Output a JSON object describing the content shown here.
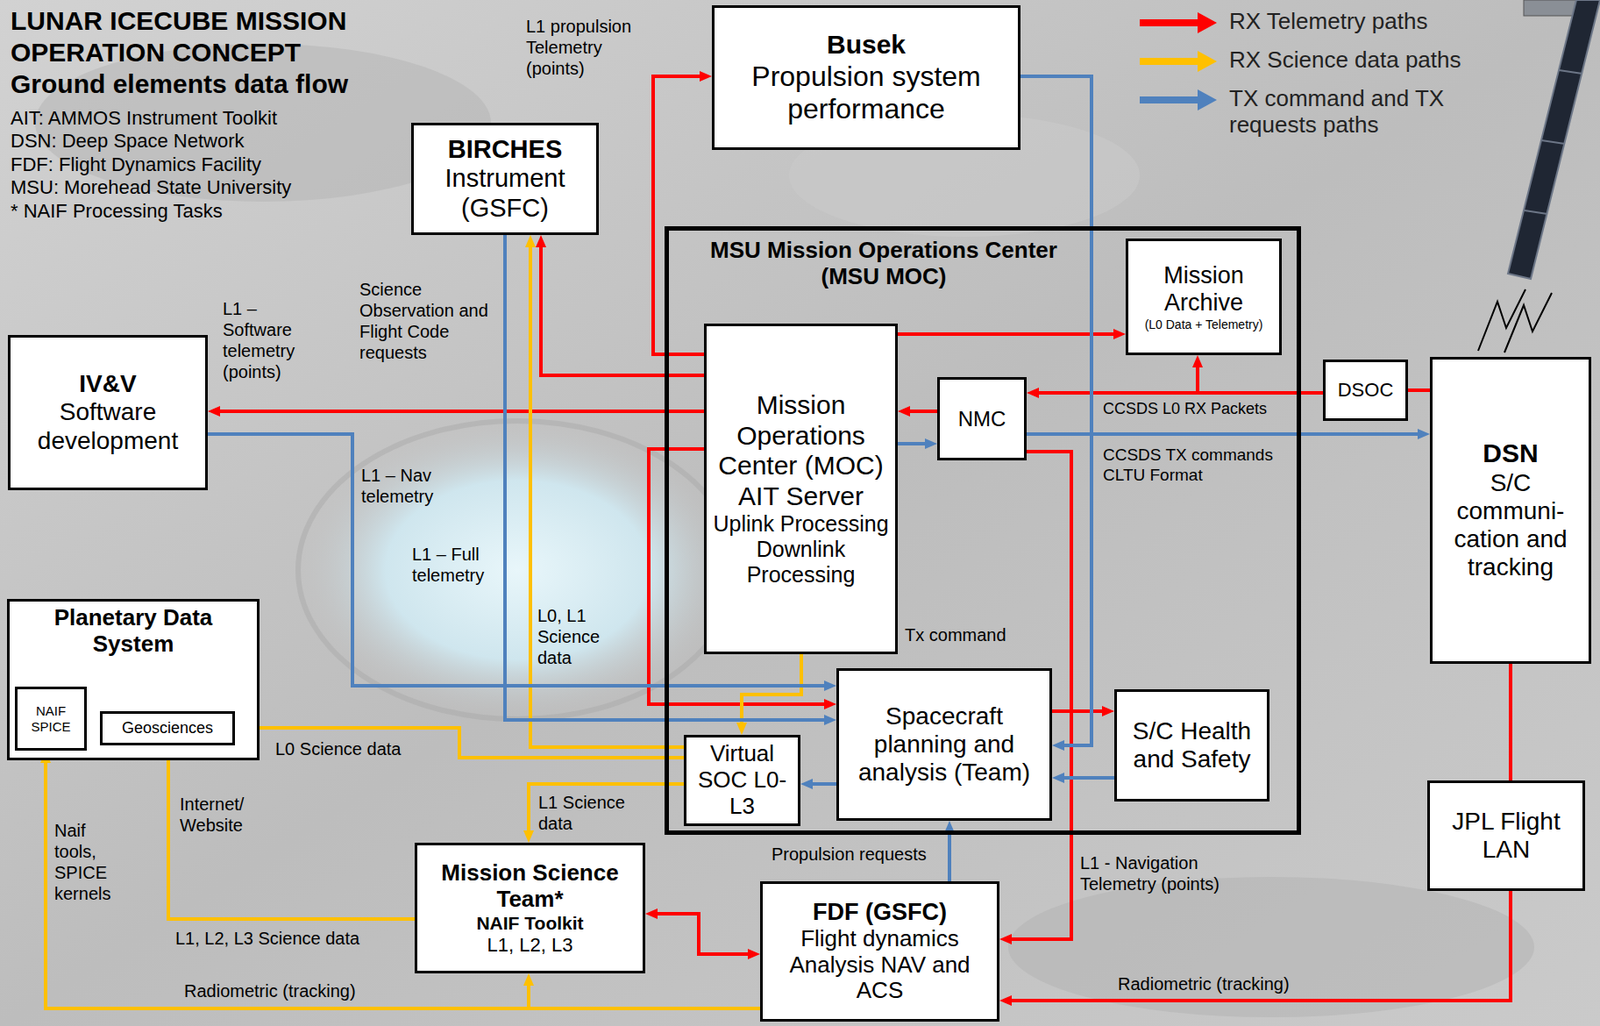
{
  "diagram": {
    "title": "LUNAR ICECUBE MISSION OPERATION CONCEPT",
    "nodes": [
      {
        "text": [
          "Busek",
          "Propulsion system performance"
        ]
      },
      {
        "text": [
          "BIRCHES",
          "Instrument (GSFC)"
        ]
      },
      {
        "text": [
          "MSU Mission Operations Center (MSU MOC)"
        ]
      },
      {
        "text": [
          "Mission Archive",
          "(L0 Data + Telemetry)"
        ],
        "in": 2
      },
      {
        "text": [
          "Mission Operations Center (MOC)",
          "AIT Server",
          "Uplink Processing Downlink Processing"
        ],
        "in": 2
      },
      {
        "text": [
          "NMC"
        ],
        "in": 2
      },
      {
        "text": [
          "Spacecraft planning and analysis (Team)"
        ],
        "in": 2
      },
      {
        "text": [
          "Virtual SOC L0-L3"
        ],
        "in": 2
      },
      {
        "text": [
          "S/C Health and Safety"
        ],
        "in": 2
      },
      {
        "text": [
          "DSOC"
        ]
      },
      {
        "text": [
          "DSN",
          "S/C communi-cation and tracking"
        ]
      },
      {
        "text": [
          "IV&V",
          "Software development"
        ]
      },
      {
        "text": [
          "Planetary Data System"
        ]
      },
      {
        "text": [
          "NAIF SPICE"
        ],
        "in": 12
      },
      {
        "text": [
          "Geosciences"
        ],
        "in": 12
      },
      {
        "text": [
          "JPL Flight LAN"
        ]
      },
      {
        "text": [
          "Mission Science Team*",
          "NAIF Toolkit",
          "L1, L2, L3"
        ]
      },
      {
        "text": [
          "FDF (GSFC)",
          "Flight dynamics Analysis NAV and ACS"
        ]
      }
    ],
    "edges": [
      {
        "from": 4,
        "to": 0,
        "arrow": "to",
        "label": "L1 propulsion Telemetry (points)"
      },
      {
        "from": 4,
        "to": 1,
        "arrow": "to"
      },
      {
        "from": 4,
        "to": 11,
        "arrow": "to",
        "label": "L1 – Software telemetry (points)"
      },
      {
        "from": 4,
        "to": 3,
        "arrow": "to"
      },
      {
        "from": 9,
        "to": 5,
        "arrow": "to",
        "label": "CCSDS L0 RX Packets"
      },
      {
        "from": 9,
        "to": 3,
        "arrow": "to"
      },
      {
        "from": 5,
        "to": 4,
        "arrow": "to"
      },
      {
        "from": 10,
        "to": 9,
        "arrow": "none"
      },
      {
        "from": 4,
        "to": 6,
        "arrow": "to"
      },
      {
        "from": 5,
        "to": 17,
        "arrow": "to",
        "label": "L1 - Navigation Telemetry (points)"
      },
      {
        "from": 6,
        "to": 8,
        "arrow": "to"
      },
      {
        "from": 10,
        "to": 15,
        "arrow": "none"
      },
      {
        "from": 15,
        "to": 17,
        "arrow": "to",
        "label": "Radiometric (tracking)"
      },
      {
        "from": 16,
        "to": 17,
        "arrow": "both"
      },
      {
        "from": 4,
        "to": 7,
        "arrow": "to"
      },
      {
        "from": 7,
        "to": 1,
        "arrow": "to",
        "label": "L0, L1 Science data"
      },
      {
        "from": 7,
        "to": 14,
        "arrow": "to",
        "label": "L0 Science data"
      },
      {
        "from": 7,
        "to": 16,
        "arrow": "to",
        "label": "L1 Science data"
      },
      {
        "from": 16,
        "to": 14,
        "arrow": "to",
        "label": "L1, L2, L3 Science data"
      },
      {
        "from": 17,
        "to": 13,
        "arrow": "to",
        "label": "Radiometric (tracking)"
      },
      {
        "from": 17,
        "to": 16,
        "arrow": "to"
      },
      {
        "from": 0,
        "to": 6,
        "arrow": "to"
      },
      {
        "from": 8,
        "to": 6,
        "arrow": "to"
      },
      {
        "from": 1,
        "to": 6,
        "arrow": "to",
        "label": "Science Observation and Flight Code requests"
      },
      {
        "from": 11,
        "to": 6,
        "arrow": "to"
      },
      {
        "from": 6,
        "to": 7,
        "arrow": "to"
      },
      {
        "from": 4,
        "to": 5,
        "arrow": "to"
      },
      {
        "from": 5,
        "to": 10,
        "arrow": "to",
        "label": "CCSDS TX commands CLTU Format"
      },
      {
        "from": 17,
        "to": 6,
        "arrow": "to",
        "label": "Propulsion requests"
      }
    ],
    "labels": [
      "Ground elements data flow",
      "AIT: AMMOS Instrument Toolkit",
      "DSN: Deep Space Network",
      "FDF: Flight Dynamics Facility",
      "MSU: Morehead State University",
      "* NAIF Processing Tasks",
      "L1 – Nav telemetry",
      "L1 – Full telemetry",
      "Tx command",
      "Internet/ Website",
      "Naif tools, SPICE kernels"
    ],
    "legend": [
      {
        "text": "RX Telemetry paths",
        "color": "#ff0000"
      },
      {
        "text": "RX Science data paths",
        "color": "#ffc000"
      },
      {
        "text": "TX command and TX requests paths",
        "color": "#4f81bd"
      }
    ]
  }
}
